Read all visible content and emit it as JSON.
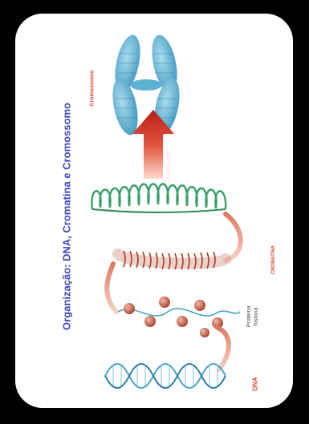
{
  "diagram": {
    "title": "Organização: DNA, Cromatina e Cromossomo",
    "labels": {
      "cromossomo": "Cromossomo",
      "condensacao": "Condensação",
      "proteina_line1": "Proteína",
      "proteina_line2": "histona",
      "cromatina": "CROMATINA",
      "dna": "DNA"
    },
    "colors": {
      "title": "#3a48b8",
      "accent_red": "#d24a3c",
      "chromosome": "#4aa3c8",
      "arrow": "#c8302a",
      "histone": "#b8503c",
      "fiber_green": "#3aa06a"
    }
  }
}
